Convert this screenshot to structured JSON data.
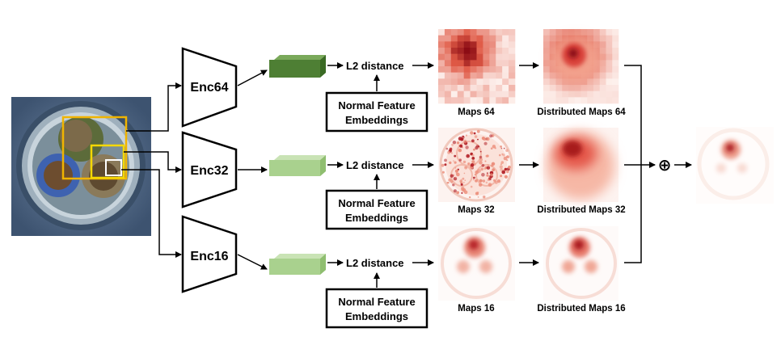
{
  "input_image": {
    "crop_box_colors": [
      "#f0b400",
      "#f5d800",
      "#ffffff"
    ]
  },
  "branches": [
    {
      "id": "64",
      "encoder_label": "Enc64",
      "distance_label": "L2 distance",
      "embeddings_label_line1": "Normal Feature",
      "embeddings_label_line2": "Embeddings",
      "map_caption": "Maps 64",
      "distributed_caption": "Distributed Maps 64",
      "feature_color": "#4e7f34"
    },
    {
      "id": "32",
      "encoder_label": "Enc32",
      "distance_label": "L2 distance",
      "embeddings_label_line1": "Normal Feature",
      "embeddings_label_line2": "Embeddings",
      "map_caption": "Maps 32",
      "distributed_caption": "Distributed Maps 32",
      "feature_color": "#a9d18e"
    },
    {
      "id": "16",
      "encoder_label": "Enc16",
      "distance_label": "L2 distance",
      "embeddings_label_line1": "Normal Feature",
      "embeddings_label_line2": "Embeddings",
      "map_caption": "Maps 16",
      "distributed_caption": "Distributed Maps 16",
      "feature_color": "#a9d18e"
    }
  ],
  "fusion_symbol": "⊕",
  "heat_color": "#c00000"
}
